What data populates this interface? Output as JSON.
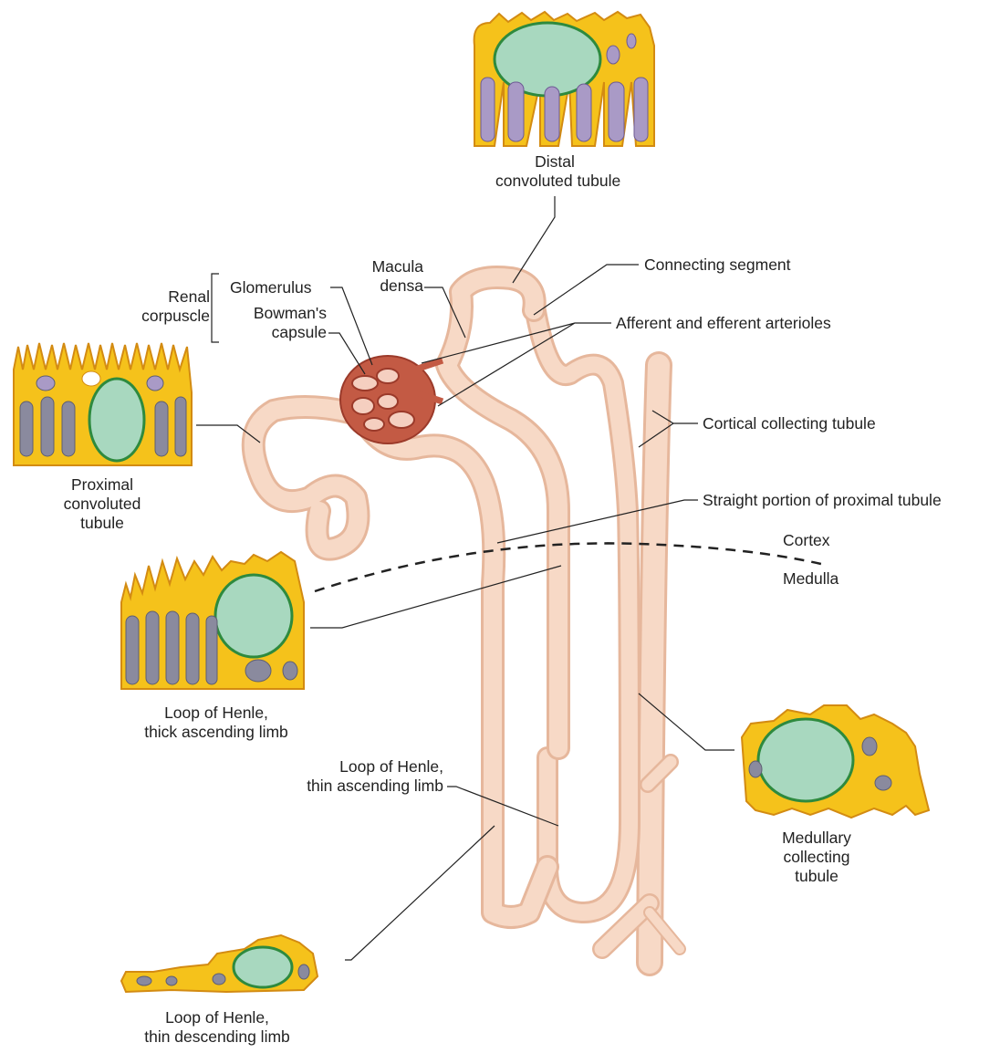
{
  "labels": {
    "distal": "Distal\nconvoluted tubule",
    "macula": "Macula\ndensa",
    "connecting": "Connecting segment",
    "glomerulus": "Glomerulus",
    "bowman": "Bowman's\ncapsule",
    "renal": "Renal\ncorpuscle",
    "arterioles": "Afferent and efferent arterioles",
    "cortical_ct": "Cortical collecting tubule",
    "proximal": "Proximal\nconvoluted\ntubule",
    "straight": "Straight portion of proximal tubule",
    "cortex": "Cortex",
    "medulla": "Medulla",
    "thick_asc": "Loop of Henle,\nthick ascending limb",
    "thin_asc": "Loop of Henle,\nthin ascending limb",
    "medullary_ct": "Medullary\ncollecting\ntubule",
    "thin_desc": "Loop of Henle,\nthin descending limb"
  },
  "colors": {
    "tubule": "#f5d3bd",
    "tubule_edge": "#e2b096",
    "cell_cytoplasm": "#f5c21b",
    "cell_edge": "#d38b12",
    "nucleus": "#a8d8bf",
    "nucleus_edge": "#2e8a3e",
    "mitochondria": "#a99ac6",
    "glomerulus": "#c0503f"
  }
}
